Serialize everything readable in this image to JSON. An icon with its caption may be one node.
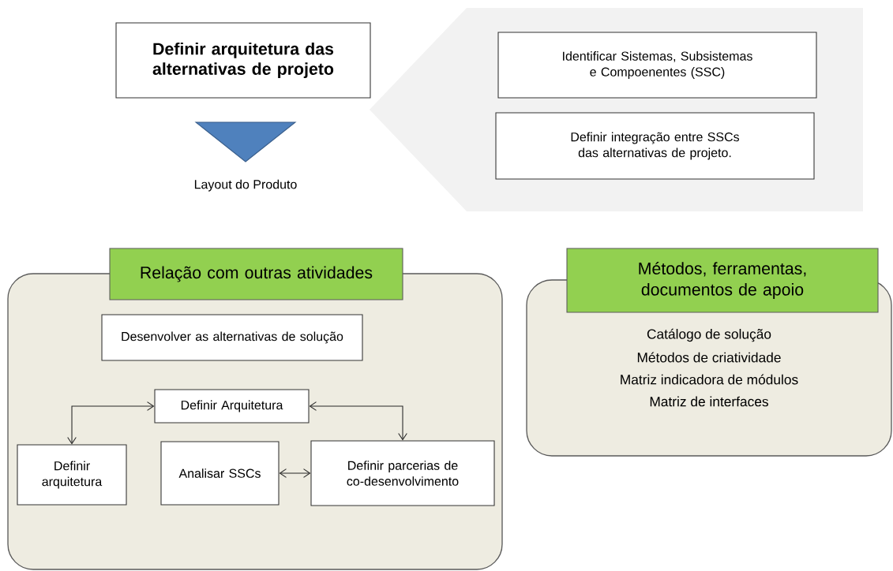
{
  "diagram": {
    "nodes": [
      {
        "text": [
          "Definir arquitetura das alternativas de projeto"
        ]
      },
      {
        "text": [],
        "shape": "triangle",
        "beside": [
          "Layout do Produto"
        ]
      },
      {
        "text": [],
        "shape": "band"
      },
      {
        "text": [
          "Identificar Sistemas, Subsistemas e Compoenentes  (SSC)"
        ],
        "in": 2
      },
      {
        "text": [
          "Definir integração entre SSCs das alternativas de projeto."
        ],
        "in": 2
      },
      {
        "text": [
          "Relação com outras atividades"
        ]
      },
      {
        "text": [
          "Desenvolver as alternativas de solução"
        ],
        "in": 5
      },
      {
        "text": [
          "Definir Arquitetura"
        ],
        "in": 5
      },
      {
        "text": [
          "Definir arquitetura"
        ],
        "in": 5
      },
      {
        "text": [
          "Analisar SSCs"
        ],
        "in": 5
      },
      {
        "text": [
          "Definir parcerias de co-desenvolvimento"
        ],
        "in": 5
      },
      {
        "text": [
          "Métodos, ferramentas, documentos de apoio",
          "Catálogo de solução",
          "Métodos de criatividade",
          "Matriz indicadora de módulos",
          "Matriz de interfaces"
        ]
      }
    ],
    "edges": [
      {
        "from": 7,
        "to": 8,
        "arrow": "both"
      },
      {
        "from": 7,
        "to": 10,
        "arrow": "both"
      },
      {
        "from": 9,
        "to": 10,
        "arrow": "both"
      }
    ]
  }
}
